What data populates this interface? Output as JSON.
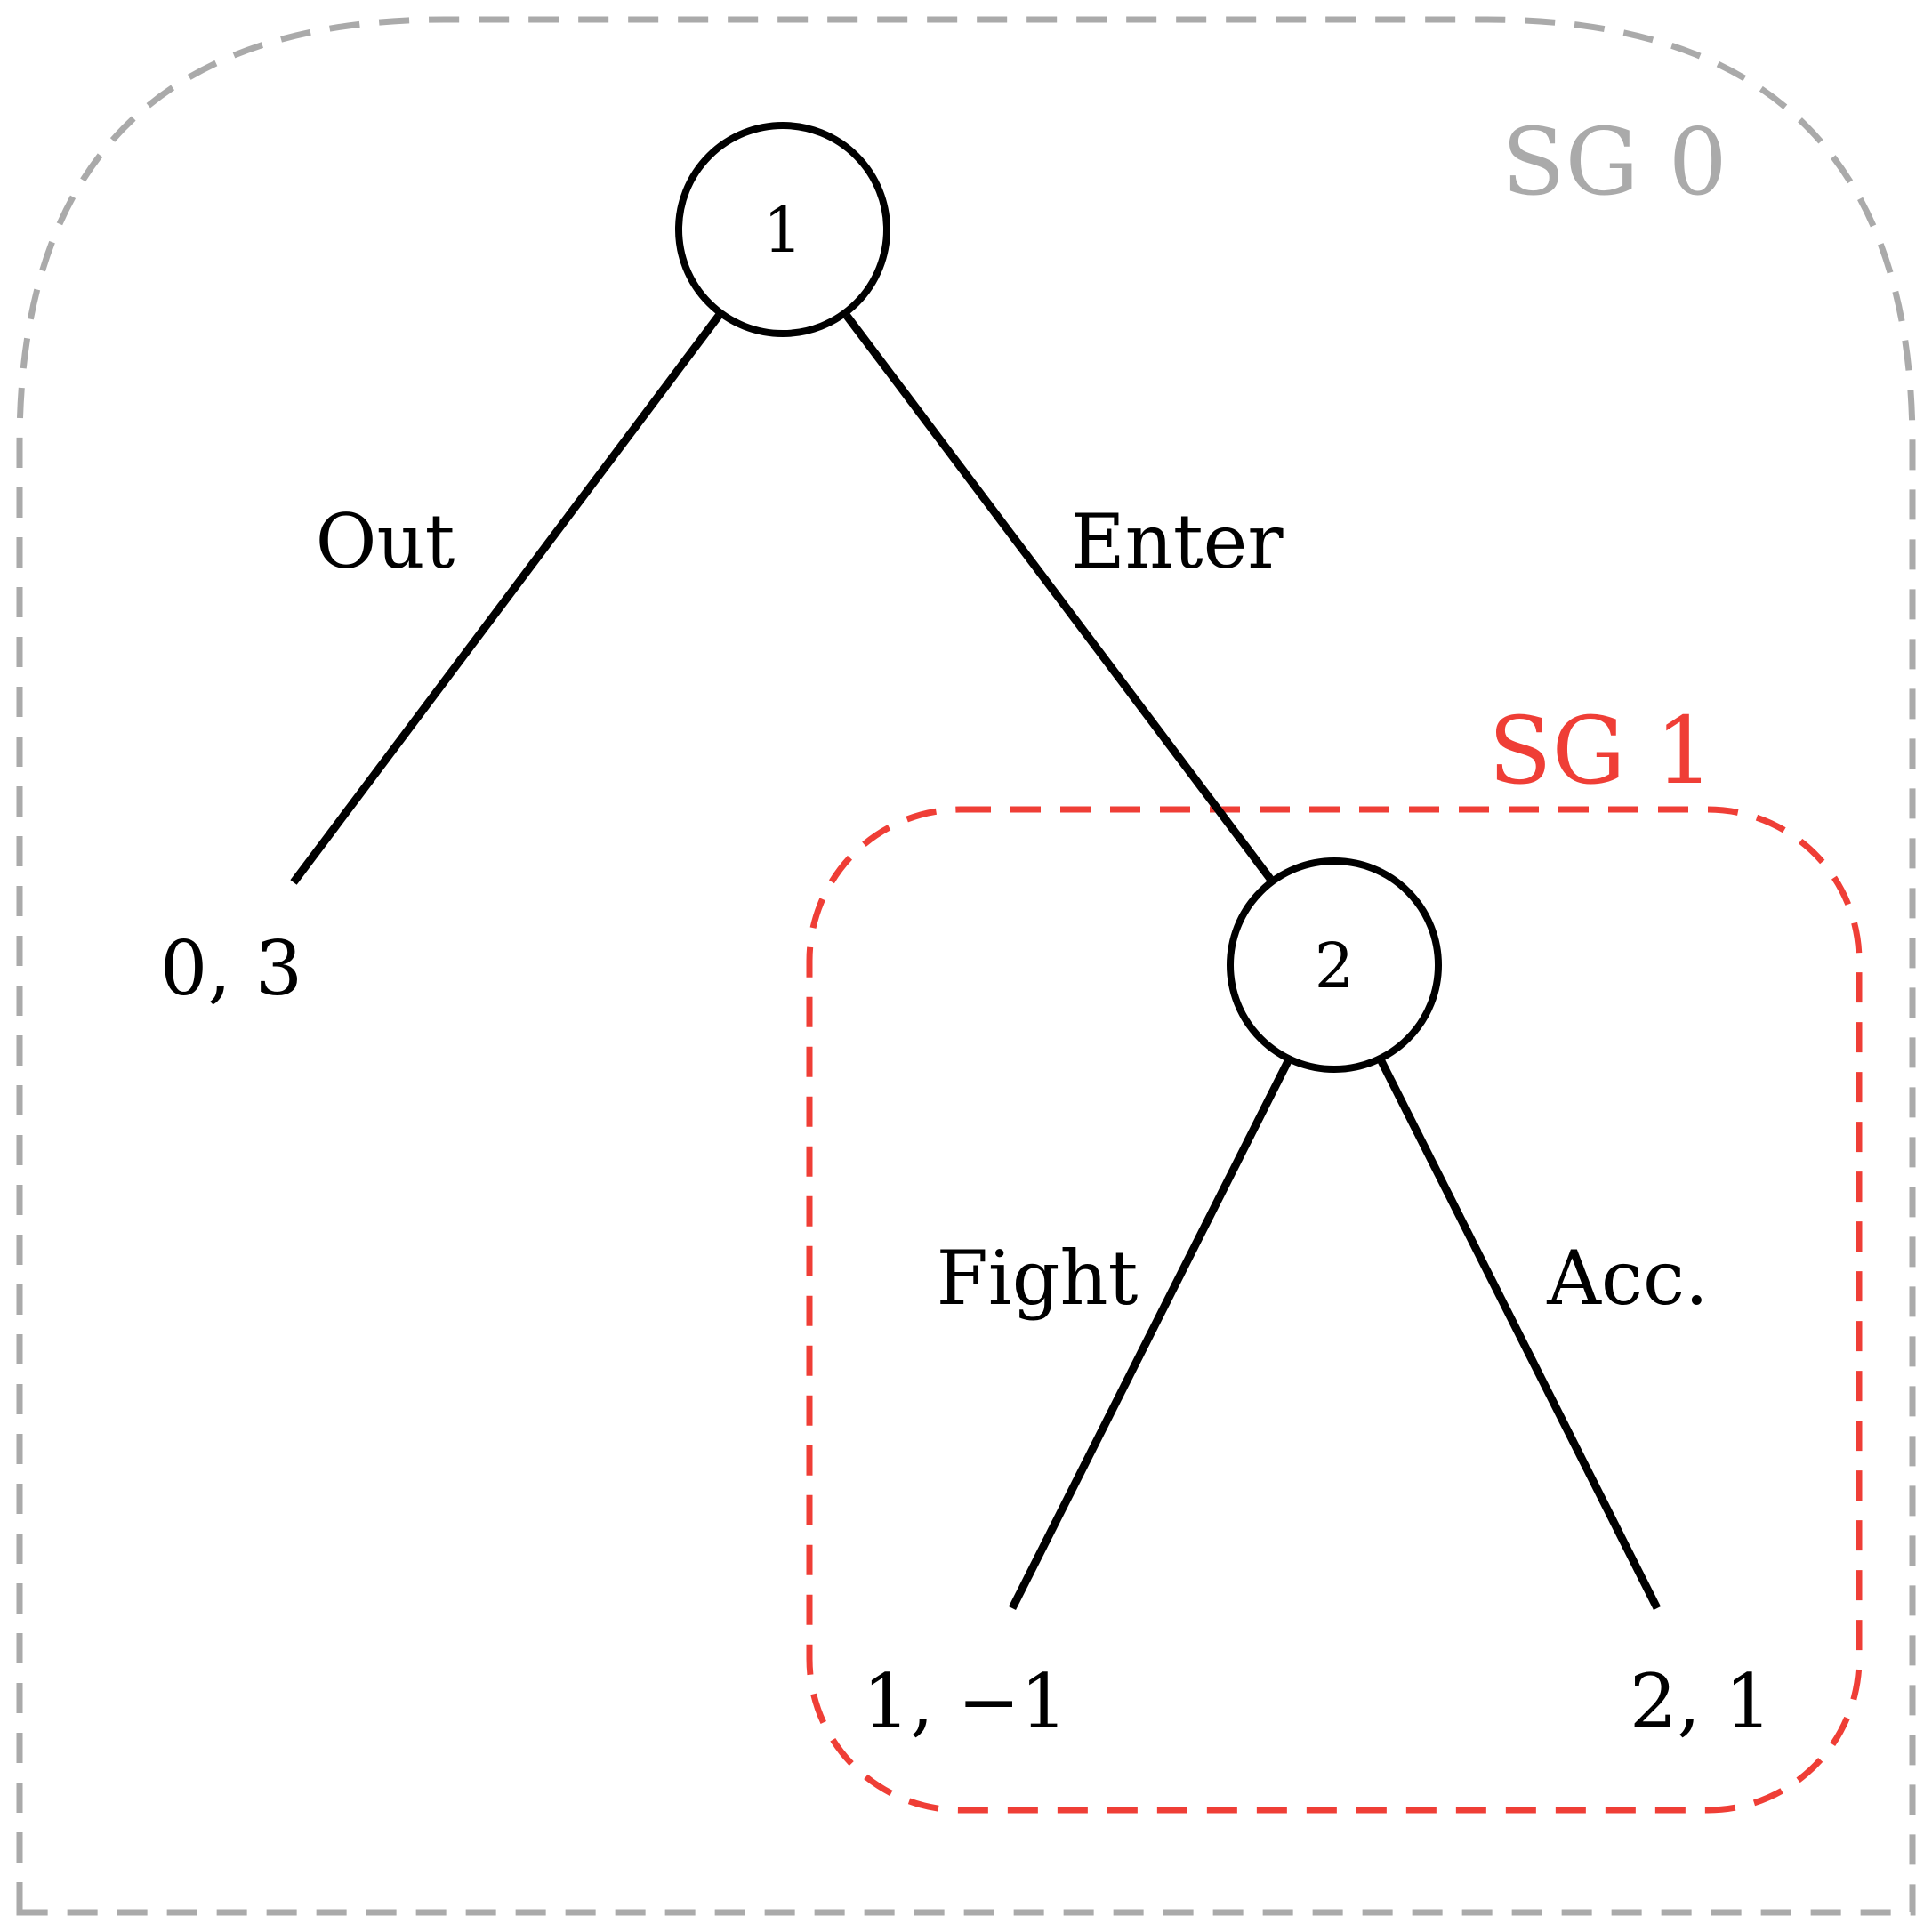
{
  "colors": {
    "sg0": "#aaaaaa",
    "sg1": "#ef3e36",
    "ink": "#000000",
    "background": "#ffffff"
  },
  "subgames": {
    "sg0": {
      "label": "SG 0"
    },
    "sg1": {
      "label": "SG 1"
    }
  },
  "nodes": {
    "player1": {
      "label": "1"
    },
    "player2": {
      "label": "2"
    }
  },
  "actions": {
    "out": "Out",
    "enter": "Enter",
    "fight": "Fight",
    "accommodate": "Acc."
  },
  "payoffs": {
    "out": "0, 3",
    "fight": "1, −1",
    "accommodate": "2, 1"
  }
}
